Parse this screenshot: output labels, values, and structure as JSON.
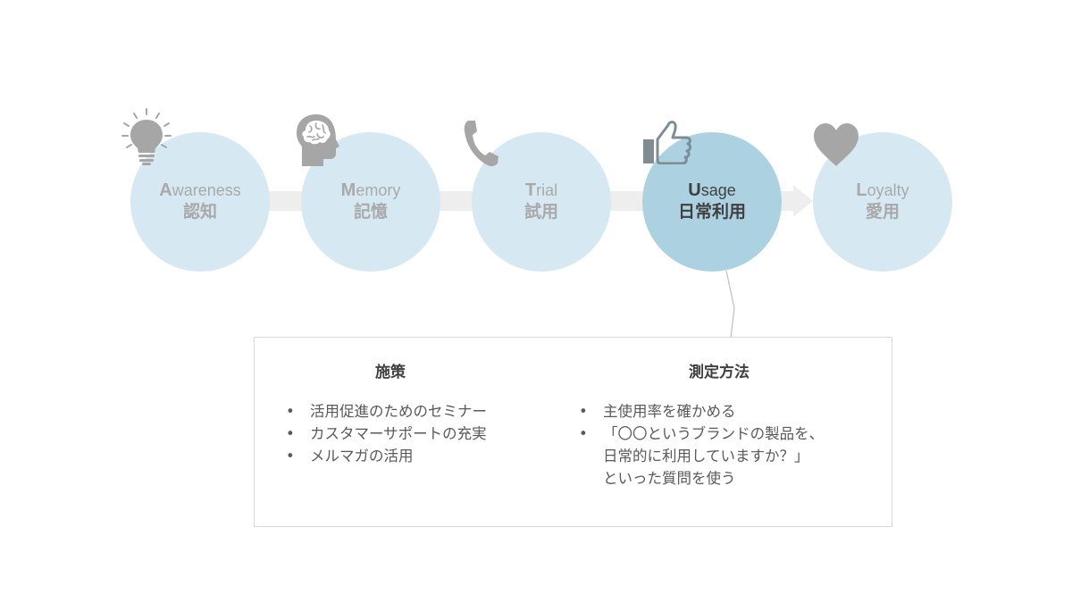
{
  "stages": [
    {
      "initial": "A",
      "rest": "wareness",
      "jp": "認知",
      "icon": "lightbulb-icon"
    },
    {
      "initial": "M",
      "rest": "emory",
      "jp": "記憶",
      "icon": "brain-head-icon"
    },
    {
      "initial": "T",
      "rest": "rial",
      "jp": "試用",
      "icon": "phone-handset-icon"
    },
    {
      "initial": "U",
      "rest": "sage",
      "jp": "日常利用",
      "icon": "thumbs-up-icon",
      "active": true
    },
    {
      "initial": "L",
      "rest": "oyalty",
      "jp": "愛用",
      "icon": "heart-icon"
    }
  ],
  "detail": {
    "measures": {
      "title": "施策",
      "items": [
        "活用促進のためのセミナー",
        "カスタマーサポートの充実",
        "メルマガの活用"
      ]
    },
    "metrics": {
      "title": "測定方法",
      "items": [
        "主使用率を確かめる",
        "「〇〇というブランドの製品を、\n日常的に利用していますか？」\nといった質問を使う"
      ]
    }
  },
  "colors": {
    "circle": "#d6e8f1",
    "circle_active": "#acd2e2",
    "icon_gray": "#a6a6a6",
    "icon_dark": "#7f8c94",
    "connector": "#eeeeee"
  }
}
